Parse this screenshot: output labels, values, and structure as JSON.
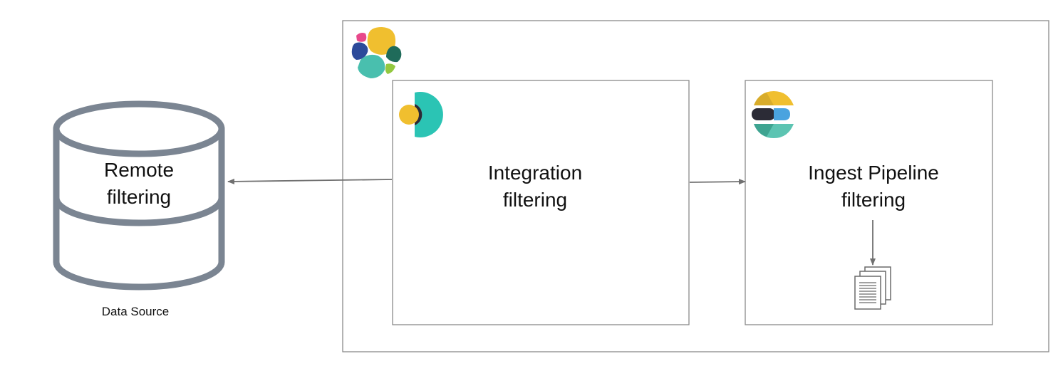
{
  "datasource": {
    "label_line1": "Remote",
    "label_line2": "filtering",
    "caption": "Data Source"
  },
  "integration": {
    "label_line1": "Integration",
    "label_line2": "filtering"
  },
  "ingest": {
    "label_line1": "Ingest Pipeline",
    "label_line2": "filtering"
  },
  "colors": {
    "line": "#707070",
    "border": "#8a8a8a",
    "cylinder": "#7b8592",
    "elastic_yellow": "#f0bf2f",
    "elastic_teal": "#2bc4b4",
    "elastic_blue": "#2c4a9a",
    "elastic_pink": "#e8488b",
    "elastic_green": "#1f6b5a",
    "elastic_lime": "#93c83f",
    "elastic_dark": "#2b2b36",
    "elastic_lightblue": "#4aa3df"
  },
  "icons": {
    "platform": "elastic-cluster-logo-icon",
    "agent": "elastic-agent-logo-icon",
    "elasticsearch": "elasticsearch-logo-icon",
    "documents": "documents-stack-icon"
  }
}
